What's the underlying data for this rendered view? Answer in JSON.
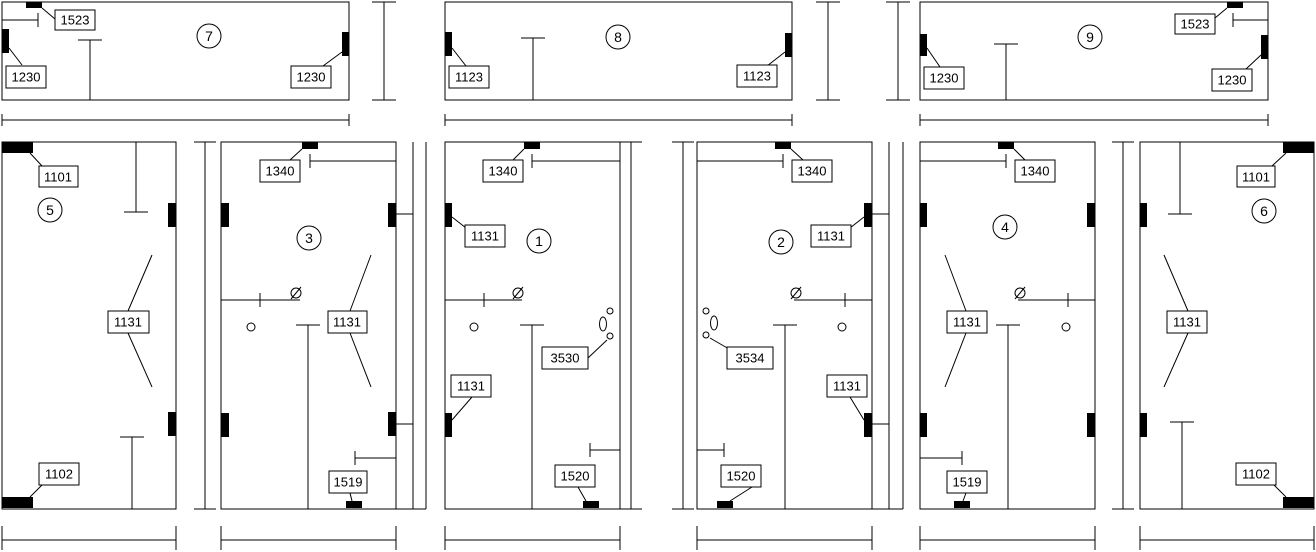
{
  "panels": [
    {
      "id": "panel-7",
      "number": "7",
      "labels": [
        "1523",
        "1230",
        "1230"
      ]
    },
    {
      "id": "panel-8",
      "number": "8",
      "labels": [
        "1123",
        "1123"
      ]
    },
    {
      "id": "panel-9",
      "number": "9",
      "labels": [
        "1523",
        "1230",
        "1230"
      ]
    },
    {
      "id": "panel-5",
      "number": "5",
      "labels": [
        "1101",
        "1131",
        "1102"
      ]
    },
    {
      "id": "panel-3",
      "number": "3",
      "labels": [
        "1340",
        "1131",
        "1519"
      ]
    },
    {
      "id": "panel-1",
      "number": "1",
      "labels": [
        "1340",
        "1131",
        "1131",
        "3530",
        "1520"
      ]
    },
    {
      "id": "panel-2",
      "number": "2",
      "labels": [
        "1340",
        "1131",
        "3534",
        "1131",
        "1520"
      ]
    },
    {
      "id": "panel-4",
      "number": "4",
      "labels": [
        "1340",
        "1131",
        "1519"
      ]
    },
    {
      "id": "panel-6",
      "number": "6",
      "labels": [
        "1101",
        "1131",
        "1102"
      ]
    }
  ]
}
